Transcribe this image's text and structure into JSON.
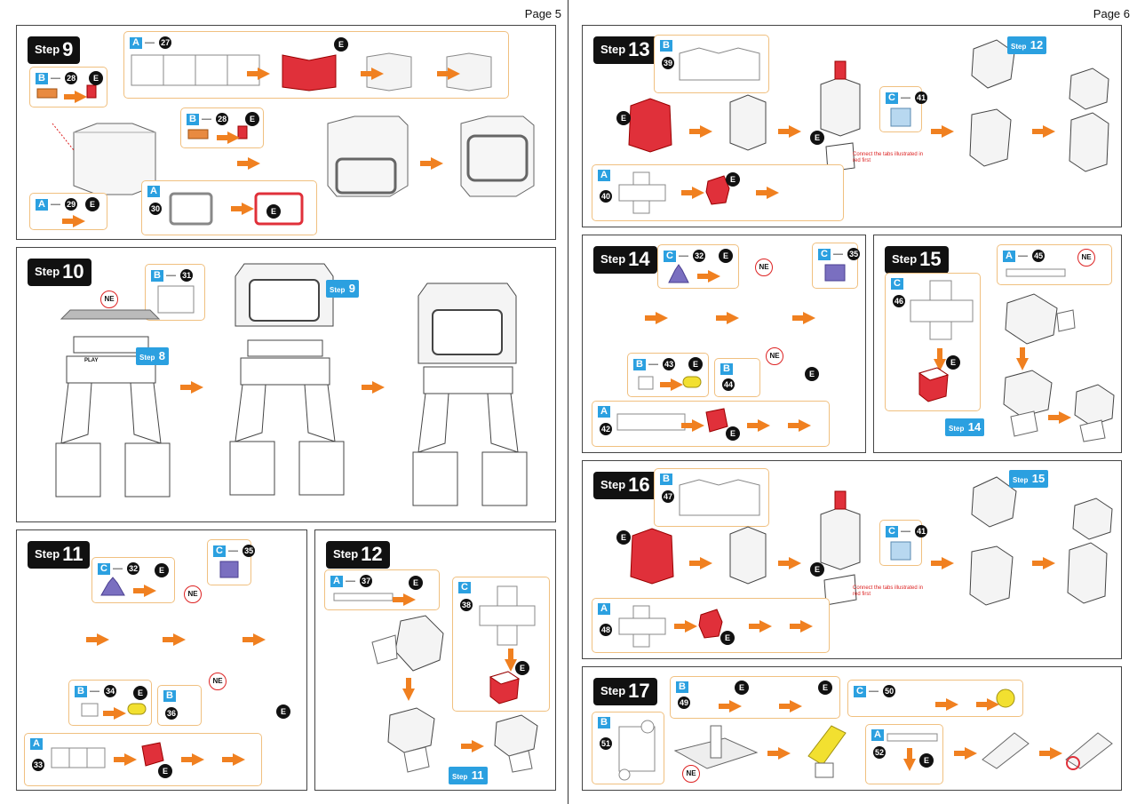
{
  "pages": [
    {
      "number_label": "Page 5"
    },
    {
      "number_label": "Page 6"
    }
  ],
  "step_word": "Step",
  "steps": {
    "s9": {
      "num": "9"
    },
    "s10": {
      "num": "10"
    },
    "s11": {
      "num": "11"
    },
    "s12": {
      "num": "12"
    },
    "s13": {
      "num": "13"
    },
    "s14": {
      "num": "14"
    },
    "s15": {
      "num": "15"
    },
    "s16": {
      "num": "16"
    },
    "s17": {
      "num": "17"
    }
  },
  "parts": {
    "a27": {
      "letter": "A",
      "num": "27"
    },
    "b28": {
      "letter": "B",
      "num": "28"
    },
    "b28b": {
      "letter": "B",
      "num": "28"
    },
    "a29": {
      "letter": "A",
      "num": "29"
    },
    "a30": {
      "letter": "A",
      "num": "30"
    },
    "b31": {
      "letter": "B",
      "num": "31"
    },
    "c32": {
      "letter": "C",
      "num": "32"
    },
    "c35": {
      "letter": "C",
      "num": "35"
    },
    "b34": {
      "letter": "B",
      "num": "34"
    },
    "b36": {
      "letter": "B",
      "num": "36"
    },
    "a33": {
      "letter": "A",
      "num": "33"
    },
    "a37": {
      "letter": "A",
      "num": "37"
    },
    "c38": {
      "letter": "C",
      "num": "38"
    },
    "b39": {
      "letter": "B",
      "num": "39"
    },
    "c41": {
      "letter": "C",
      "num": "41"
    },
    "a40": {
      "letter": "A",
      "num": "40"
    },
    "c32b": {
      "letter": "C",
      "num": "32"
    },
    "c35b": {
      "letter": "C",
      "num": "35"
    },
    "b43": {
      "letter": "B",
      "num": "43"
    },
    "b44": {
      "letter": "B",
      "num": "44"
    },
    "a42": {
      "letter": "A",
      "num": "42"
    },
    "a45": {
      "letter": "A",
      "num": "45"
    },
    "c46": {
      "letter": "C",
      "num": "46"
    },
    "b47": {
      "letter": "B",
      "num": "47"
    },
    "c41b": {
      "letter": "C",
      "num": "41"
    },
    "a48": {
      "letter": "A",
      "num": "48"
    },
    "b49": {
      "letter": "B",
      "num": "49"
    },
    "c50": {
      "letter": "C",
      "num": "50"
    },
    "b51": {
      "letter": "B",
      "num": "51"
    },
    "a52": {
      "letter": "A",
      "num": "52"
    }
  },
  "refs": {
    "to9": "9",
    "to8": "8",
    "to11": "11",
    "to12": "12",
    "to14": "14",
    "to15": "15"
  },
  "labels": {
    "e": "E",
    "ne": "NE",
    "play": "PLAY"
  },
  "notes": {
    "connect_tabs": "Connect the tabs illustrated in red first"
  },
  "colors": {
    "accent_blue": "#2ba0e0",
    "arrow_orange": "#f08020",
    "part_red": "#e0303a",
    "part_purple": "#7a6fc0",
    "part_yellow": "#f2e030",
    "box_border": "#f0c080"
  }
}
